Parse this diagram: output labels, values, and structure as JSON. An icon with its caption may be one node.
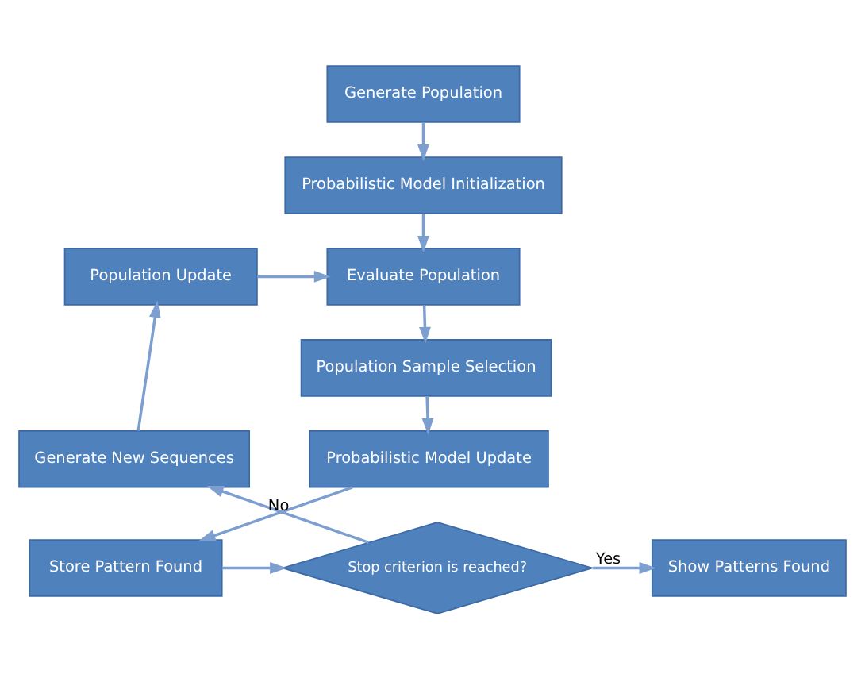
{
  "diagram": {
    "nodes": [
      {
        "text": [
          "Generate Population"
        ]
      },
      {
        "text": [
          "Probabilistic Model Initialization"
        ]
      },
      {
        "text": [
          "Evaluate Population"
        ]
      },
      {
        "text": [
          "Population Sample Selection"
        ]
      },
      {
        "text": [
          "Probabilistic Model Update"
        ]
      },
      {
        "text": [
          "Store Pattern Found"
        ]
      },
      {
        "text": [
          "Stop criterion is reached?"
        ]
      },
      {
        "text": [
          "Show Patterns Found"
        ]
      },
      {
        "text": [
          "Generate New Sequences"
        ]
      },
      {
        "text": [
          "Population Update"
        ]
      }
    ],
    "edges": [
      {
        "from": 0,
        "to": 1,
        "arrow": "to"
      },
      {
        "from": 1,
        "to": 2,
        "arrow": "to"
      },
      {
        "from": 2,
        "to": 3,
        "arrow": "to"
      },
      {
        "from": 3,
        "to": 4,
        "arrow": "to"
      },
      {
        "from": 4,
        "to": 5,
        "arrow": "to"
      },
      {
        "from": 5,
        "to": 6,
        "arrow": "to"
      },
      {
        "from": 6,
        "to": 7,
        "label": "Yes",
        "arrow": "to"
      },
      {
        "from": 6,
        "to": 8,
        "label": "No",
        "arrow": "to"
      },
      {
        "from": 8,
        "to": 9,
        "arrow": "to"
      },
      {
        "from": 9,
        "to": 2,
        "arrow": "to"
      }
    ]
  }
}
